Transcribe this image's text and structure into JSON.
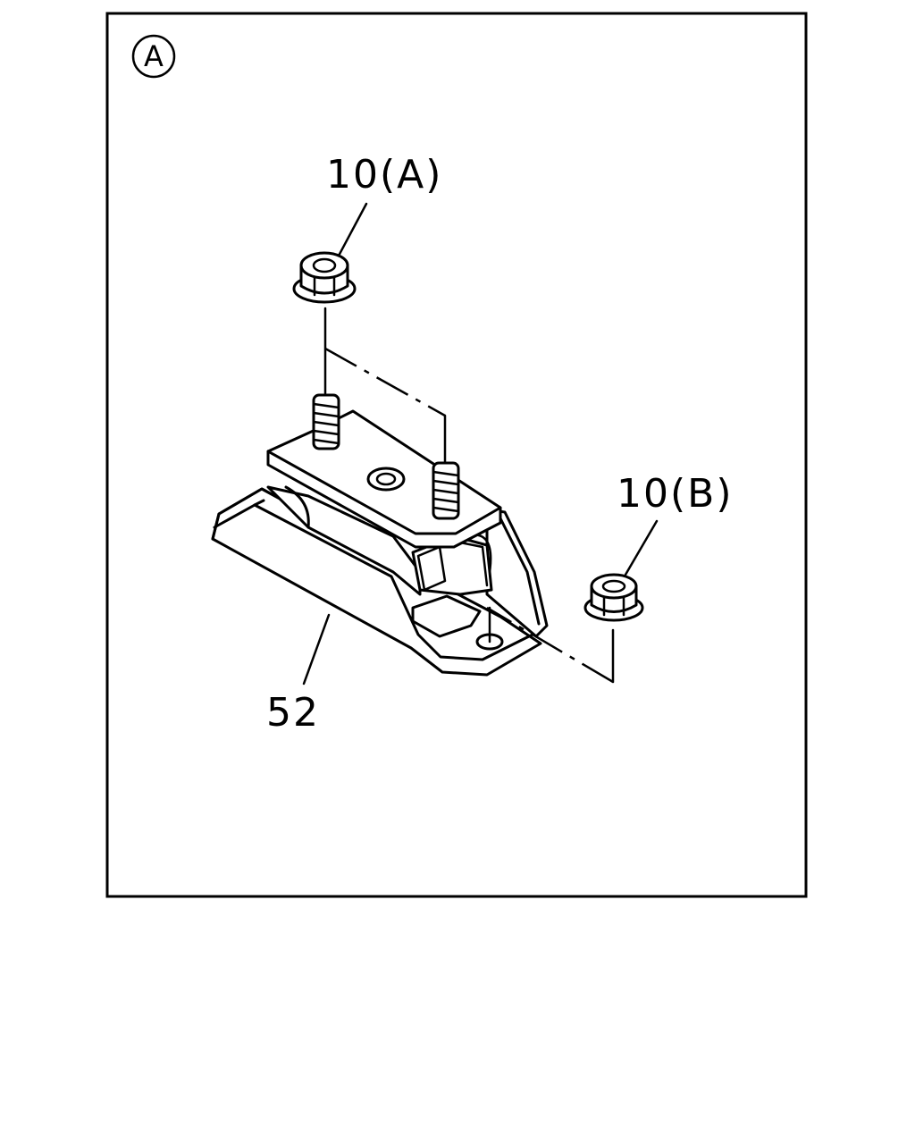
{
  "view_marker": "A",
  "callouts": {
    "nut_a": "10(A)",
    "nut_b": "10(B)",
    "mount": "52"
  },
  "colors": {
    "ink": "#000000",
    "paper": "#ffffff"
  }
}
